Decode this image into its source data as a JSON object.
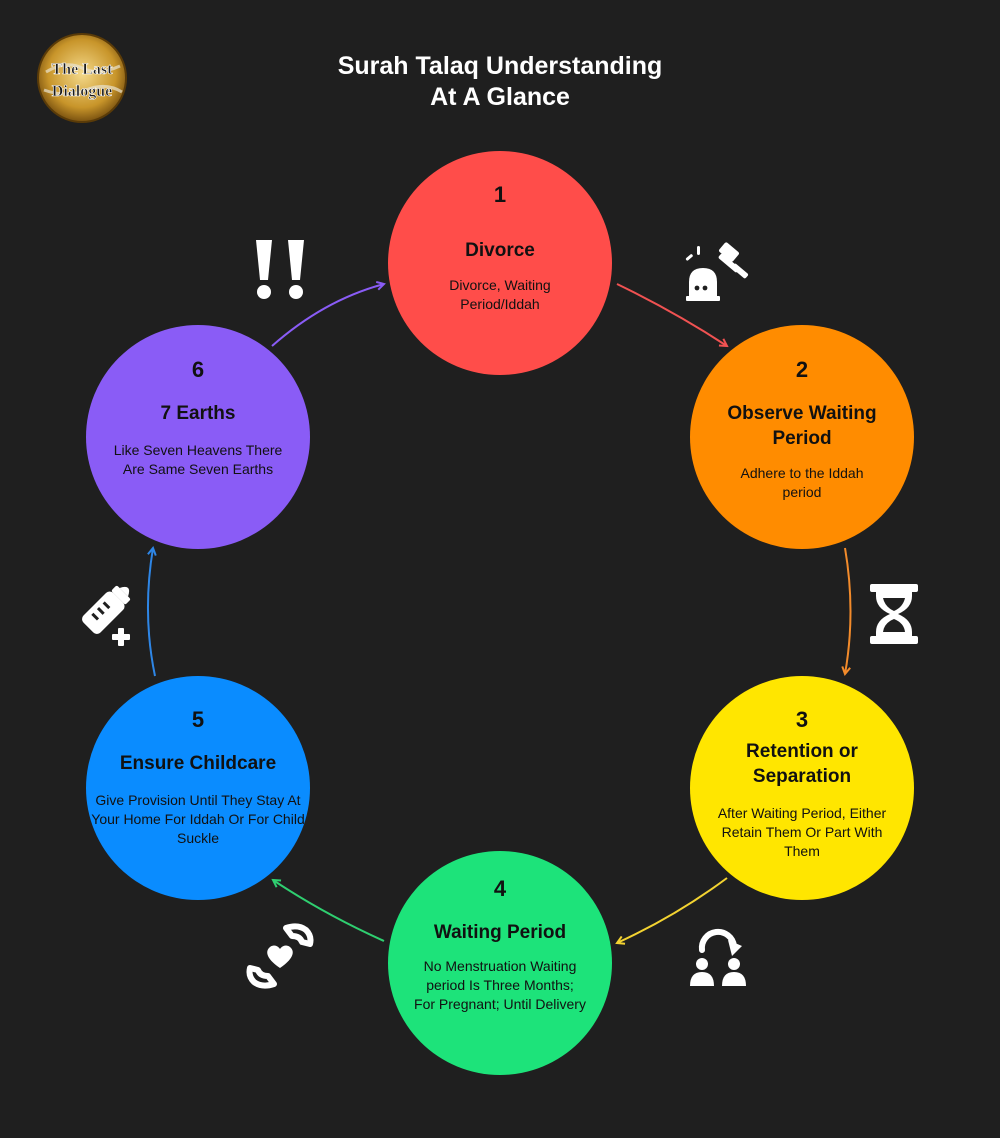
{
  "title_line1": "Surah Talaq Understanding",
  "title_line2": "At A Glance",
  "logo": {
    "text_line1": "The Last",
    "text_line2": "Dialogue",
    "icon": "globe-logo-icon"
  },
  "steps": [
    {
      "number": "1",
      "title": "Divorce",
      "description": "Divorce, Waiting Period/Iddah",
      "color": "#ff4d4a",
      "icon": "gavel-icon"
    },
    {
      "number": "2",
      "title": "Observe Waiting Period",
      "description": "Adhere to the Iddah period",
      "color": "#ff8c00",
      "icon": "hourglass-icon"
    },
    {
      "number": "3",
      "title": "Retention or Separation",
      "description": "After Waiting Period, Either Retain Them Or Part With Them",
      "color": "#ffe600",
      "icon": "users-redo-icon"
    },
    {
      "number": "4",
      "title": "Waiting Period",
      "description": "No Menstruation Waiting period Is Three Months; For Pregnant; Until Delivery",
      "color": "#1de37a",
      "icon": "hand-holding-heart-icon"
    },
    {
      "number": "5",
      "title": "Ensure Childcare",
      "description": "Give Provision Until They Stay At Your Home For Iddah Or For Child Suckle",
      "color": "#0a8cff",
      "icon": "baby-bottle-plus-icon"
    },
    {
      "number": "6",
      "title": "7 Earths",
      "description": "Like Seven Heavens There Are Same Seven Earths",
      "color": "#8a5cf6",
      "icon": "double-exclamation-icon"
    }
  ],
  "arrow_colors": [
    "#f05252",
    "#f38b2b",
    "#f3d331",
    "#2fcf70",
    "#2e86e6",
    "#8a5cf6"
  ]
}
